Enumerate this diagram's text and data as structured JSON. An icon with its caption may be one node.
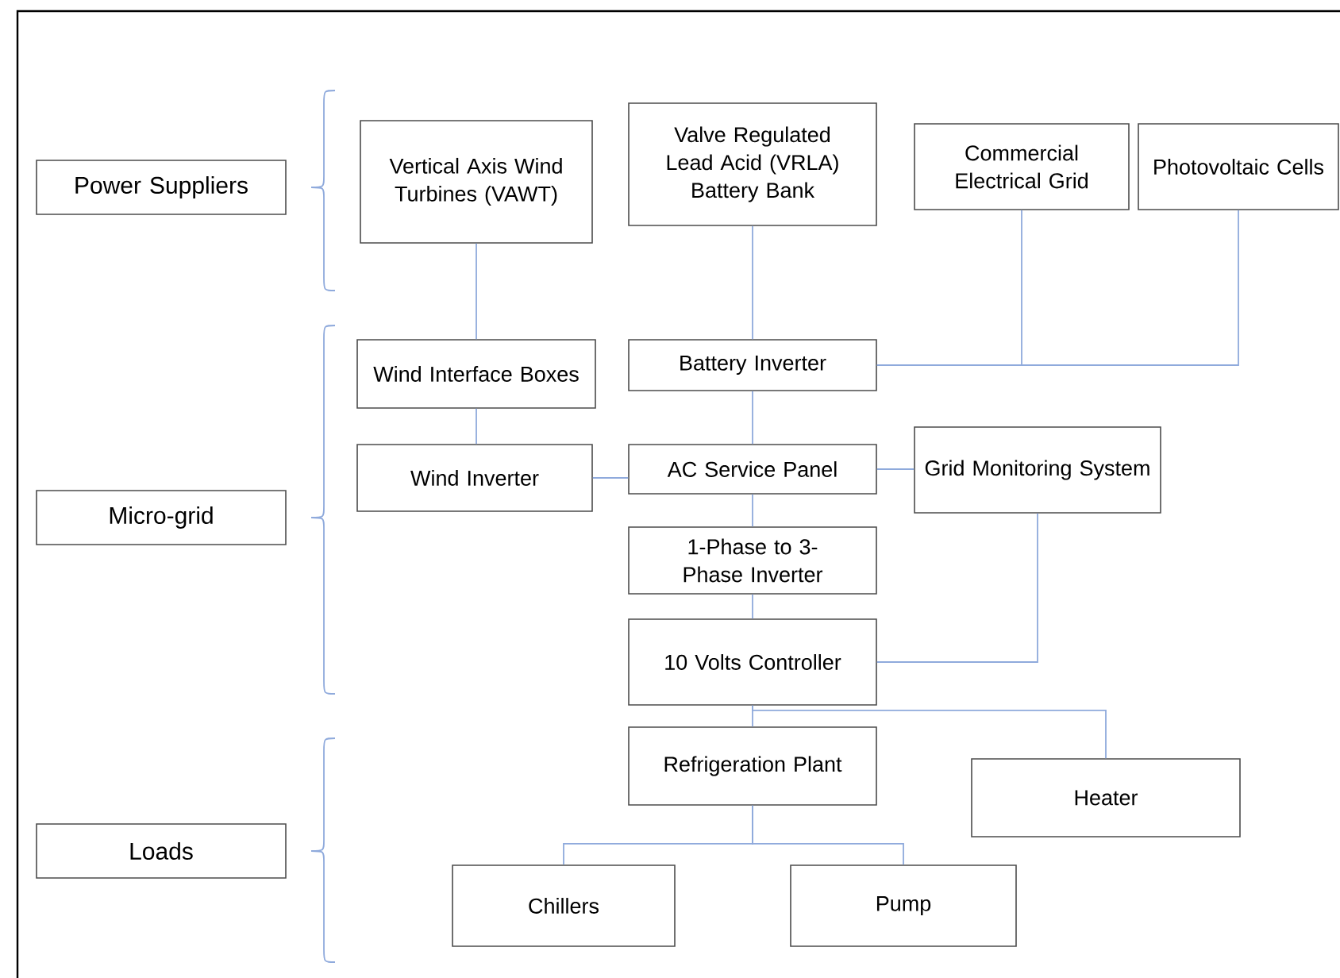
{
  "diagram": {
    "nodes": [
      {
        "text": [
          "Power Suppliers"
        ]
      },
      {
        "text": [
          "Micro-grid"
        ]
      },
      {
        "text": [
          "Loads"
        ]
      },
      {
        "text": [
          "Vertical Axis Wind Turbines (VAWT)"
        ]
      },
      {
        "text": [
          "Valve Regulated Lead Acid (VRLA) Battery Bank"
        ]
      },
      {
        "text": [
          "Commercial Electrical Grid"
        ]
      },
      {
        "text": [
          "Photovoltaic Cells"
        ]
      },
      {
        "text": [
          "Wind Interface Boxes"
        ]
      },
      {
        "text": [
          "Battery Inverter"
        ]
      },
      {
        "text": [
          "Wind Inverter"
        ]
      },
      {
        "text": [
          "AC Service Panel"
        ]
      },
      {
        "text": [
          "Grid Monitoring System"
        ]
      },
      {
        "text": [
          "1-Phase to 3-Phase Inverter"
        ]
      },
      {
        "text": [
          "10 Volts Controller"
        ]
      },
      {
        "text": [
          "Refrigeration Plant"
        ]
      },
      {
        "text": [
          "Heater"
        ]
      },
      {
        "text": [
          "Chillers"
        ]
      },
      {
        "text": [
          "Pump"
        ]
      }
    ],
    "edges": [
      {
        "from": 3,
        "to": 7,
        "arrow": "none"
      },
      {
        "from": 7,
        "to": 9,
        "arrow": "none"
      },
      {
        "from": 4,
        "to": 8,
        "arrow": "none"
      },
      {
        "from": 5,
        "to": 8,
        "arrow": "none"
      },
      {
        "from": 6,
        "to": 8,
        "arrow": "none"
      },
      {
        "from": 8,
        "to": 10,
        "arrow": "none"
      },
      {
        "from": 9,
        "to": 10,
        "arrow": "none"
      },
      {
        "from": 10,
        "to": 11,
        "arrow": "none"
      },
      {
        "from": 10,
        "to": 12,
        "arrow": "none"
      },
      {
        "from": 12,
        "to": 13,
        "arrow": "none"
      },
      {
        "from": 11,
        "to": 13,
        "arrow": "none"
      },
      {
        "from": 13,
        "to": 14,
        "arrow": "none"
      },
      {
        "from": 13,
        "to": 15,
        "arrow": "none"
      },
      {
        "from": 14,
        "to": 16,
        "arrow": "none"
      },
      {
        "from": 14,
        "to": 17,
        "arrow": "none"
      }
    ]
  }
}
